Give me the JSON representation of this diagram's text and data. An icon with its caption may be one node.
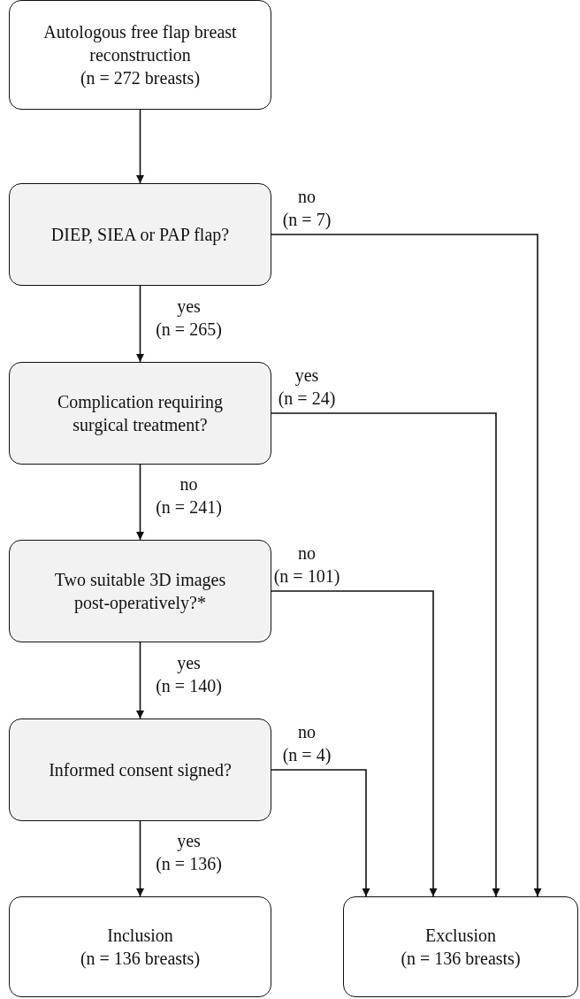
{
  "diagram": {
    "nodes": [
      {
        "text": [
          "Autologous free flap breast reconstruction",
          "(n = 272 breasts)"
        ]
      },
      {
        "text": [
          "DIEP, SIEA or PAP flap?"
        ]
      },
      {
        "text": [
          "Complication requiring surgical treatment?"
        ]
      },
      {
        "text": [
          "Two suitable 3D images post-operatively?*"
        ]
      },
      {
        "text": [
          "Informed consent signed?"
        ]
      },
      {
        "text": [
          "Inclusion",
          "(n = 136 breasts)"
        ]
      },
      {
        "text": [
          "Exclusion",
          "(n = 136 breasts)"
        ]
      }
    ],
    "edges": [
      {
        "from": 0,
        "to": 1,
        "arrow": "to"
      },
      {
        "from": 1,
        "to": 2,
        "arrow": "to",
        "label": "yes (n = 265)"
      },
      {
        "from": 2,
        "to": 3,
        "arrow": "to",
        "label": "no (n = 241)"
      },
      {
        "from": 3,
        "to": 4,
        "arrow": "to",
        "label": "yes (n = 140)"
      },
      {
        "from": 4,
        "to": 5,
        "arrow": "to",
        "label": "yes (n = 136)"
      },
      {
        "from": 1,
        "to": 6,
        "arrow": "to",
        "label": "no (n = 7)"
      },
      {
        "from": 2,
        "to": 6,
        "arrow": "to",
        "label": "yes (n = 24)"
      },
      {
        "from": 3,
        "to": 6,
        "arrow": "to",
        "label": "no (n = 101)"
      },
      {
        "from": 4,
        "to": 6,
        "arrow": "to",
        "label": "no (n = 4)"
      }
    ]
  }
}
